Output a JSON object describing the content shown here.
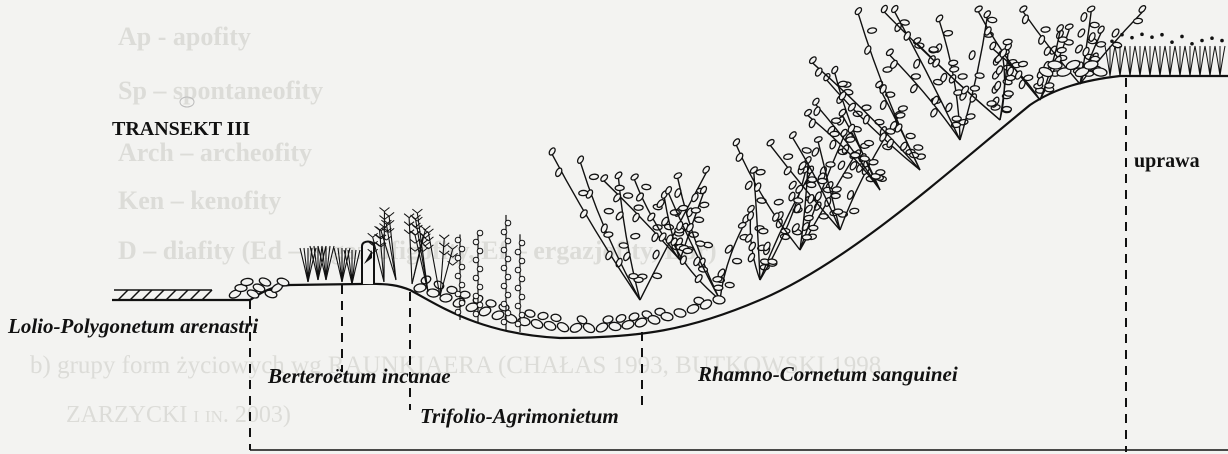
{
  "title": "TRANSEKT III",
  "field_label": "uprawa",
  "communities": [
    "Lolio-Polygonetum arenastri",
    "Berteroëtum incanae",
    "Trifolio-Agrimonietum",
    "Rhamno-Cornetum sanguinei"
  ],
  "bleed_through": {
    "line1": "Ap - apofity",
    "line2": "Sp – spontaneofity",
    "line3": "Arch – archeofity",
    "line4": "Ken – kenofity",
    "line5": "D – diafity (Ed – ergazjofigofity, Ef – ergazjofity, Epr)",
    "line6": "b)  grupy form życiowych wg RAUNKIAERA (CHAŁAS 1993, BUTKOWSKI 1998,",
    "line7": "ZARZYCKI i in. 2003)"
  },
  "colors": {
    "ink": "#111111",
    "paper": "#f3f3f1",
    "bleed": "#dcdcd8"
  }
}
